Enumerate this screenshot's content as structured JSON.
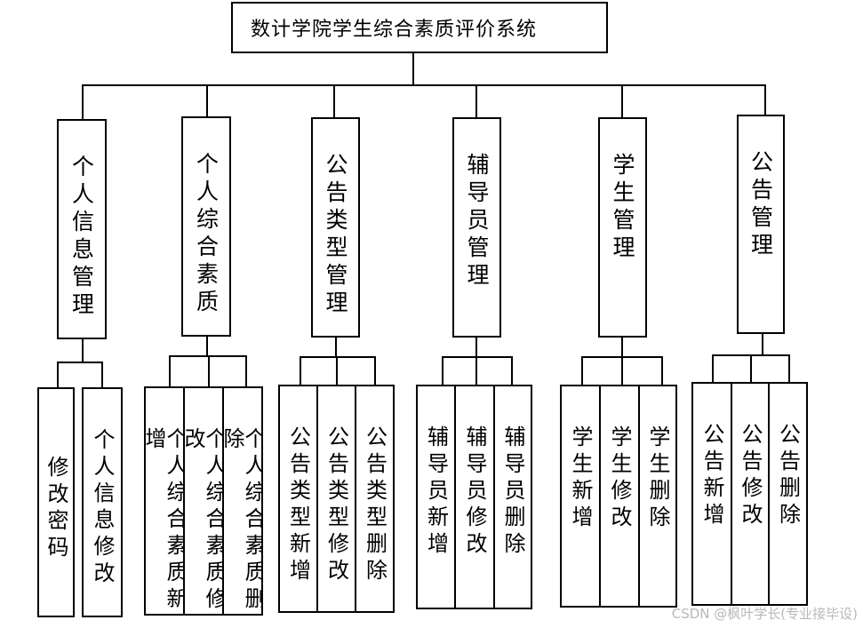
{
  "root": {
    "title": "数计学院学生综合素质评价系统"
  },
  "modules": [
    {
      "label": "个人信息管理",
      "children": [
        "修改密码",
        "个人信息修改"
      ]
    },
    {
      "label": "个人综合素质",
      "children": [
        "个人综合素质新增",
        "个人综合素质修改",
        "个人综合素质删除"
      ]
    },
    {
      "label": "公告类型管理",
      "children": [
        "公告类型新增",
        "公告类型修改",
        "公告类型删除"
      ]
    },
    {
      "label": "辅导员管理",
      "children": [
        "辅导员新增",
        "辅导员修改",
        "辅导员删除"
      ]
    },
    {
      "label": "学生管理",
      "children": [
        "学生新增",
        "学生修改",
        "学生删除"
      ]
    },
    {
      "label": "公告管理",
      "children": [
        "公告新增",
        "公告修改",
        "公告删除"
      ]
    }
  ],
  "watermark": "CSDN @枫叶学长(专业接毕设)"
}
